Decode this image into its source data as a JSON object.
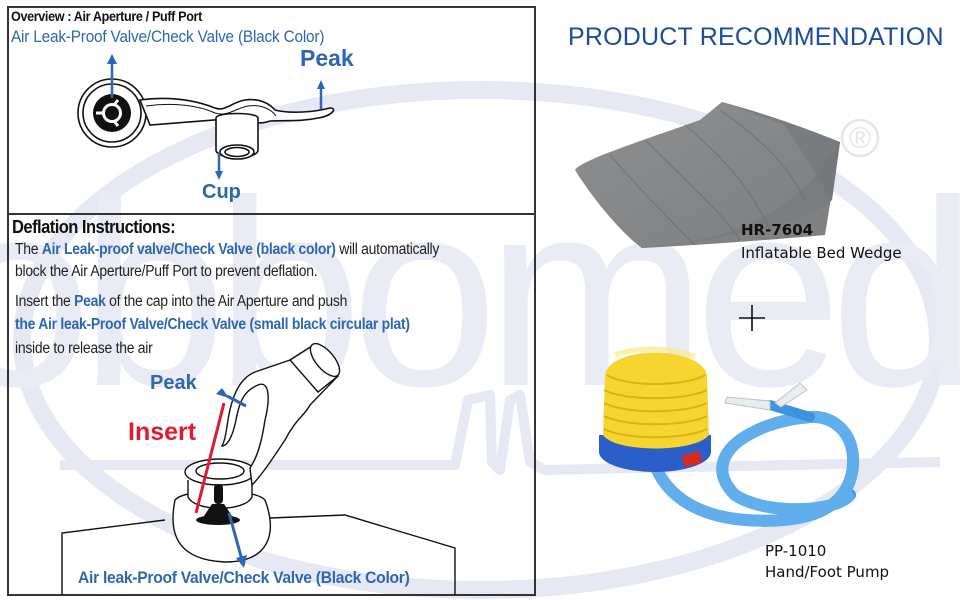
{
  "overview": {
    "heading": "Overview : Air Aperture / Puff Port",
    "valve_label": "Air Leak-Proof Valve/Check Valve (Black Color)",
    "peak_label": "Peak",
    "cup_label": "Cup"
  },
  "deflation": {
    "heading": "Deflation Instructions:",
    "p1_pre": "The ",
    "p1_highlight": "Air Leak-proof valve/Check Valve (black color)",
    "p1_post": " will automatically",
    "p2": "block the Air Aperture/Puff Port to prevent deflation.",
    "p3_pre": "Insert the ",
    "p3_highlight": "Peak",
    "p3_post": " of the cap into the Air Aperture and push",
    "p4": "the Air leak-Proof Valve/Check Valve (small black circular plat)",
    "p5": "inside to release the air",
    "peak_label": "Peak",
    "insert_label": "Insert",
    "valve_label": "Air leak-Proof Valve/Check Valve (Black Color)"
  },
  "recommendation": {
    "title": "PRODUCT RECOMMENDATION",
    "products": [
      {
        "code": "HR-7604",
        "name": "Inflatable Bed Wedge",
        "icon": "bed-wedge-image"
      },
      {
        "code": "PP-1010",
        "name": "Hand/Foot Pump",
        "icon": "foot-pump-image"
      }
    ],
    "plus_icon": "plus-icon"
  },
  "watermark": {
    "brand": "obbomed",
    "registered_mark": "®"
  },
  "colors": {
    "label_blue": "#2f66b3",
    "title_blue": "#1c4c9c",
    "insert_red": "#e01b2f",
    "watermark": "#e6e8f4",
    "wedge_gray": "#8a8c8e",
    "pump_yellow": "#f7d531",
    "pump_blue": "#2a5fc9",
    "hose_blue": "#3b94e0"
  }
}
